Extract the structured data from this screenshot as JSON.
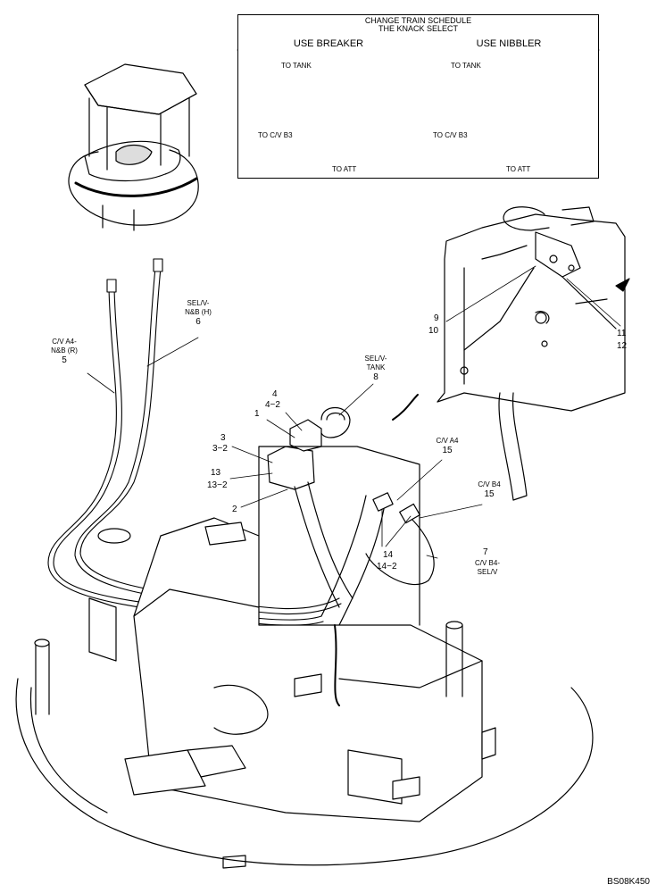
{
  "schedule": {
    "title_line1": "CHANGE TRAIN SCHEDULE",
    "title_line2": "THE KNACK SELECT",
    "col_left_header": "USE BREAKER",
    "col_right_header": "USE NIBBLER",
    "to_tank": "TO TANK",
    "to_cv_b3": "TO C/V B3",
    "to_att": "TO ATT"
  },
  "callouts": {
    "c1": "1",
    "c2": "2",
    "c3": "3",
    "c3_2": "3−2",
    "c4": "4",
    "c4_2": "4−2",
    "c5_desc1": "C/V A4-",
    "c5_desc2": "N&B (R)",
    "c5": "5",
    "c6_desc1": "SEL/V-",
    "c6_desc2": "N&B (H)",
    "c6": "6",
    "c7": "7",
    "c7_desc1": "C/V B4-",
    "c7_desc2": "SEL/V",
    "c8_desc1": "SEL/V-",
    "c8_desc2": "TANK",
    "c8": "8",
    "c9": "9",
    "c10": "10",
    "c11": "11",
    "c12": "12",
    "c13": "13",
    "c13_2": "13−2",
    "c14": "14",
    "c14_2": "14−2",
    "c15a_desc": "C/V A4",
    "c15a": "15",
    "c15b_desc": "C/V B4",
    "c15b": "15"
  },
  "drawing_code": "BS08K450"
}
